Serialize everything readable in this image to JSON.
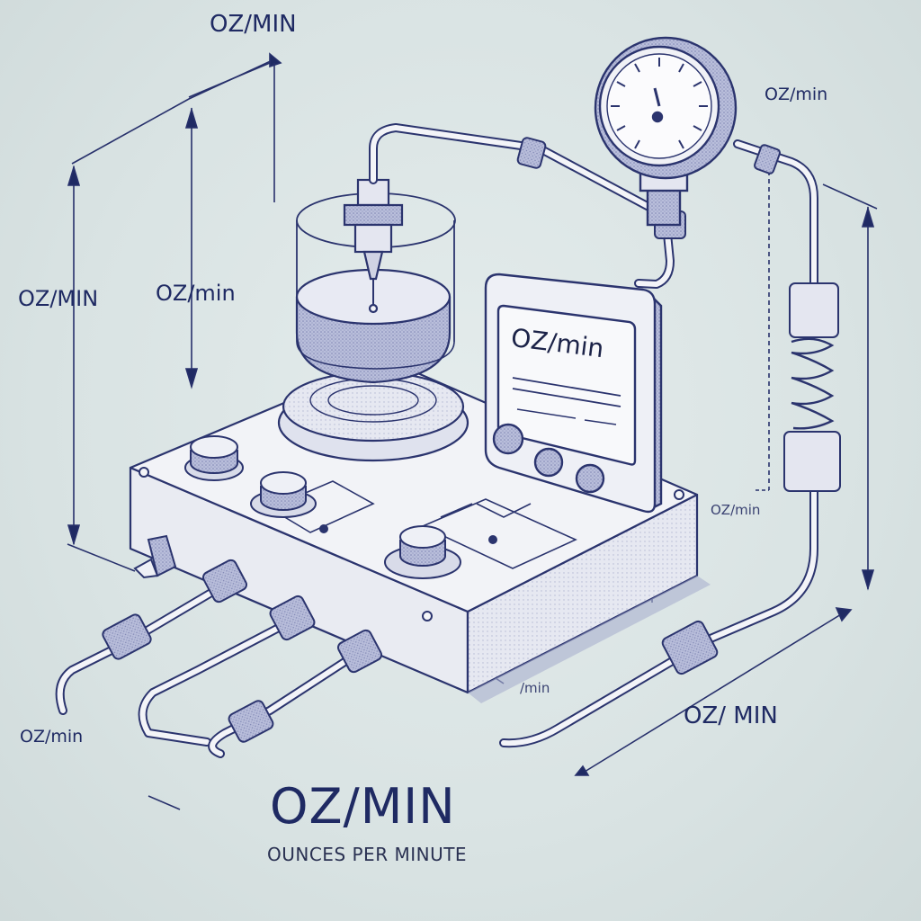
{
  "labels": {
    "top": "OZ/MIN",
    "left_outer": "OZ/MIN",
    "left_inner": "OZ/min",
    "gauge_side": "OZ/min",
    "display_screen": "OZ/min",
    "right_small": "OZ/min",
    "center_small": "/min",
    "bottom_left": "OZ/min",
    "bottom_right": "OZ/ MIN",
    "main_title": "OZ/MIN",
    "main_subtitle": "OUNCES PER MINUTE"
  },
  "colors": {
    "ink": "#1f2a63",
    "paper": "#dbe5e5",
    "device_body": "#eef0f4",
    "shading": "#8a91b8"
  }
}
